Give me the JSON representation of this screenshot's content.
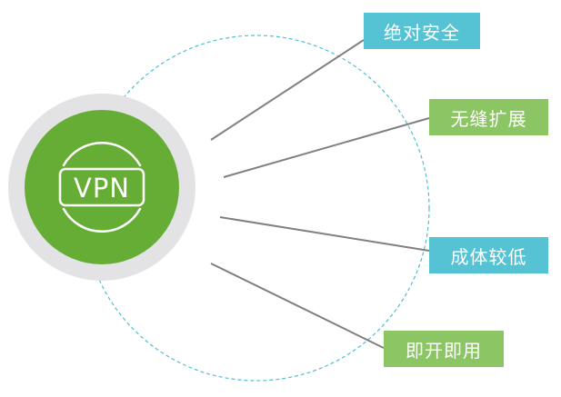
{
  "colors": {
    "outer_ring": "#e3e3e5",
    "core": "#66ad35",
    "dashed_orbit": "#4fbfd2",
    "connector": "#808080",
    "label_blue": "#55c3d3",
    "label_green": "#8cc664"
  },
  "hub": {
    "logo_text": "VPN"
  },
  "features": [
    {
      "label": "绝对安全",
      "style": "blue"
    },
    {
      "label": "无缝扩展",
      "style": "green"
    },
    {
      "label": "成体较低",
      "style": "blue"
    },
    {
      "label": "即开即用",
      "style": "green"
    }
  ]
}
